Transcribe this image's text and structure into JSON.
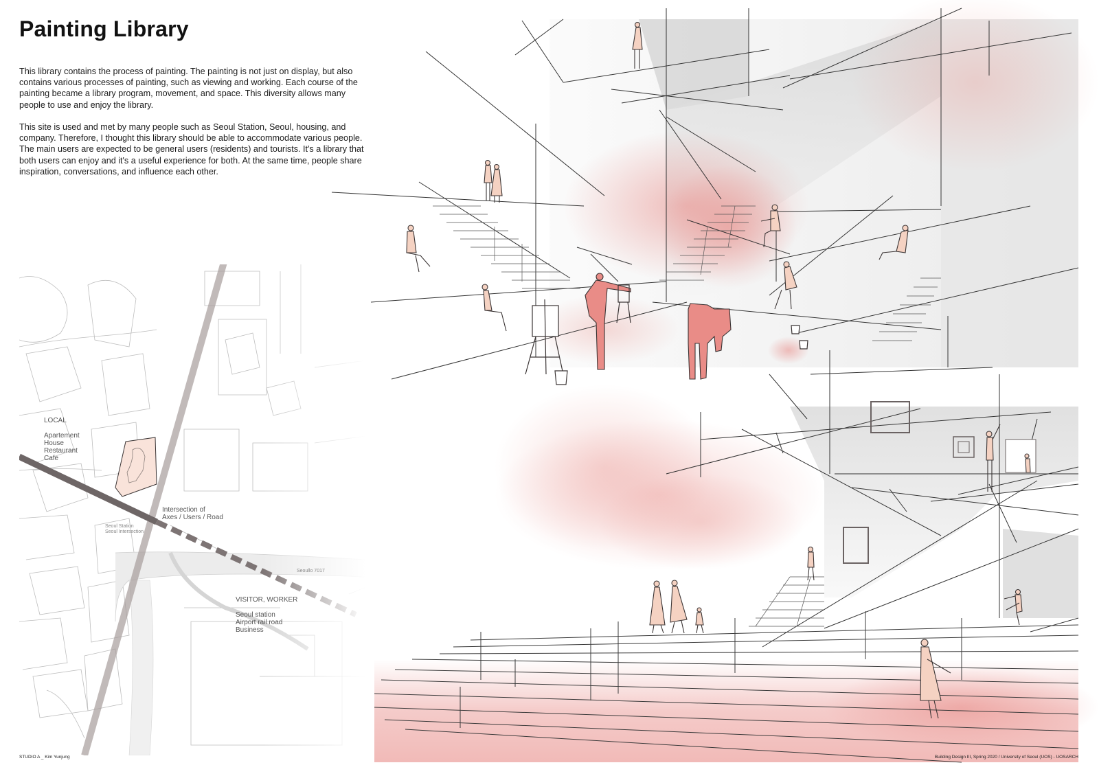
{
  "title": "Painting Library",
  "description": [
    "This library contains the process of painting. The painting is not just on display, but also contains various processes of painting, such as viewing and working. Each course of the painting became a library program, movement, and space. This diversity allows many people to use and enjoy the library.",
    "This site is used and met by many people such as Seoul Station, Seoul, housing, and company. Therefore, I thought this library should be able to accommodate various people. The main users are expected to be general users (residents) and tourists. It's a library that both users can enjoy and it's a useful experience for both. At the same time, people share inspiration, conversations, and influence each other."
  ],
  "site_map": {
    "local_heading": "LOCAL",
    "local_items": [
      "Apartement",
      "House",
      "Restaurant",
      "Cafe"
    ],
    "intersection_label": [
      "Intersection of",
      "Axes / Users / Road"
    ],
    "station_label": [
      "Seoul Station",
      "Seoul Intersection"
    ],
    "road_label": "Seoullo 7017",
    "visitor_heading": "VISITOR, WORKER",
    "visitor_items": [
      "Seoul station",
      "Airport rail road",
      "Business"
    ]
  },
  "footer": {
    "left": "STUDIO A _ Kim Yunjung",
    "right": "Building Design III, Spring 2020 / University of Seoul (UOS) - UOSARCH"
  },
  "colors": {
    "accent_pink": "#e88c88",
    "figure_fill": "#f5d2c2",
    "line": "#3a3a3a",
    "grey_panel": "#d7d7d7"
  }
}
